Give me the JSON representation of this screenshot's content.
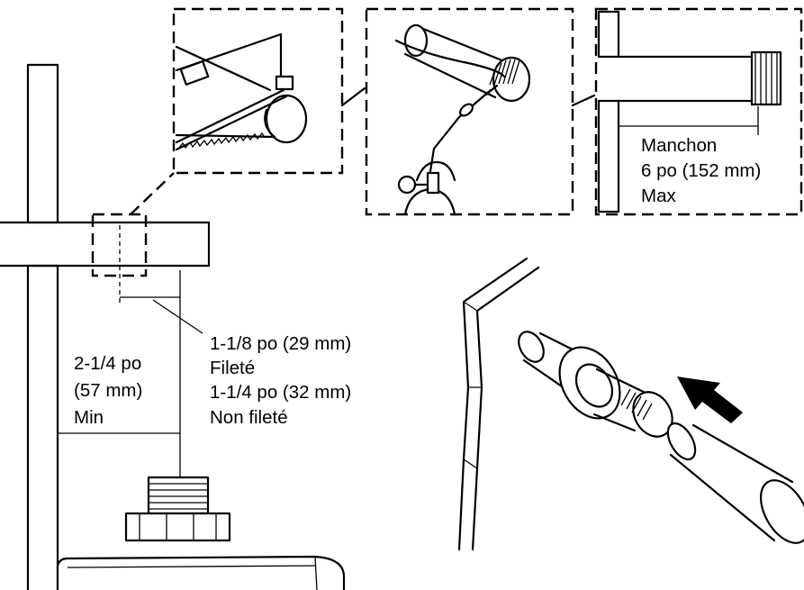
{
  "labels": {
    "sleeve_title": "Manchon",
    "sleeve_length": "6 po (152 mm)",
    "sleeve_max": "Max",
    "threaded_dim": "1-1/8 po (29 mm)",
    "threaded_word": "Fileté",
    "unthreaded_dim": "1-1/4 po (32 mm)",
    "unthreaded_word": "Non fileté",
    "min_dim_1": "2-1/4 po",
    "min_dim_2": "(57 mm)",
    "min_word": "Min"
  }
}
